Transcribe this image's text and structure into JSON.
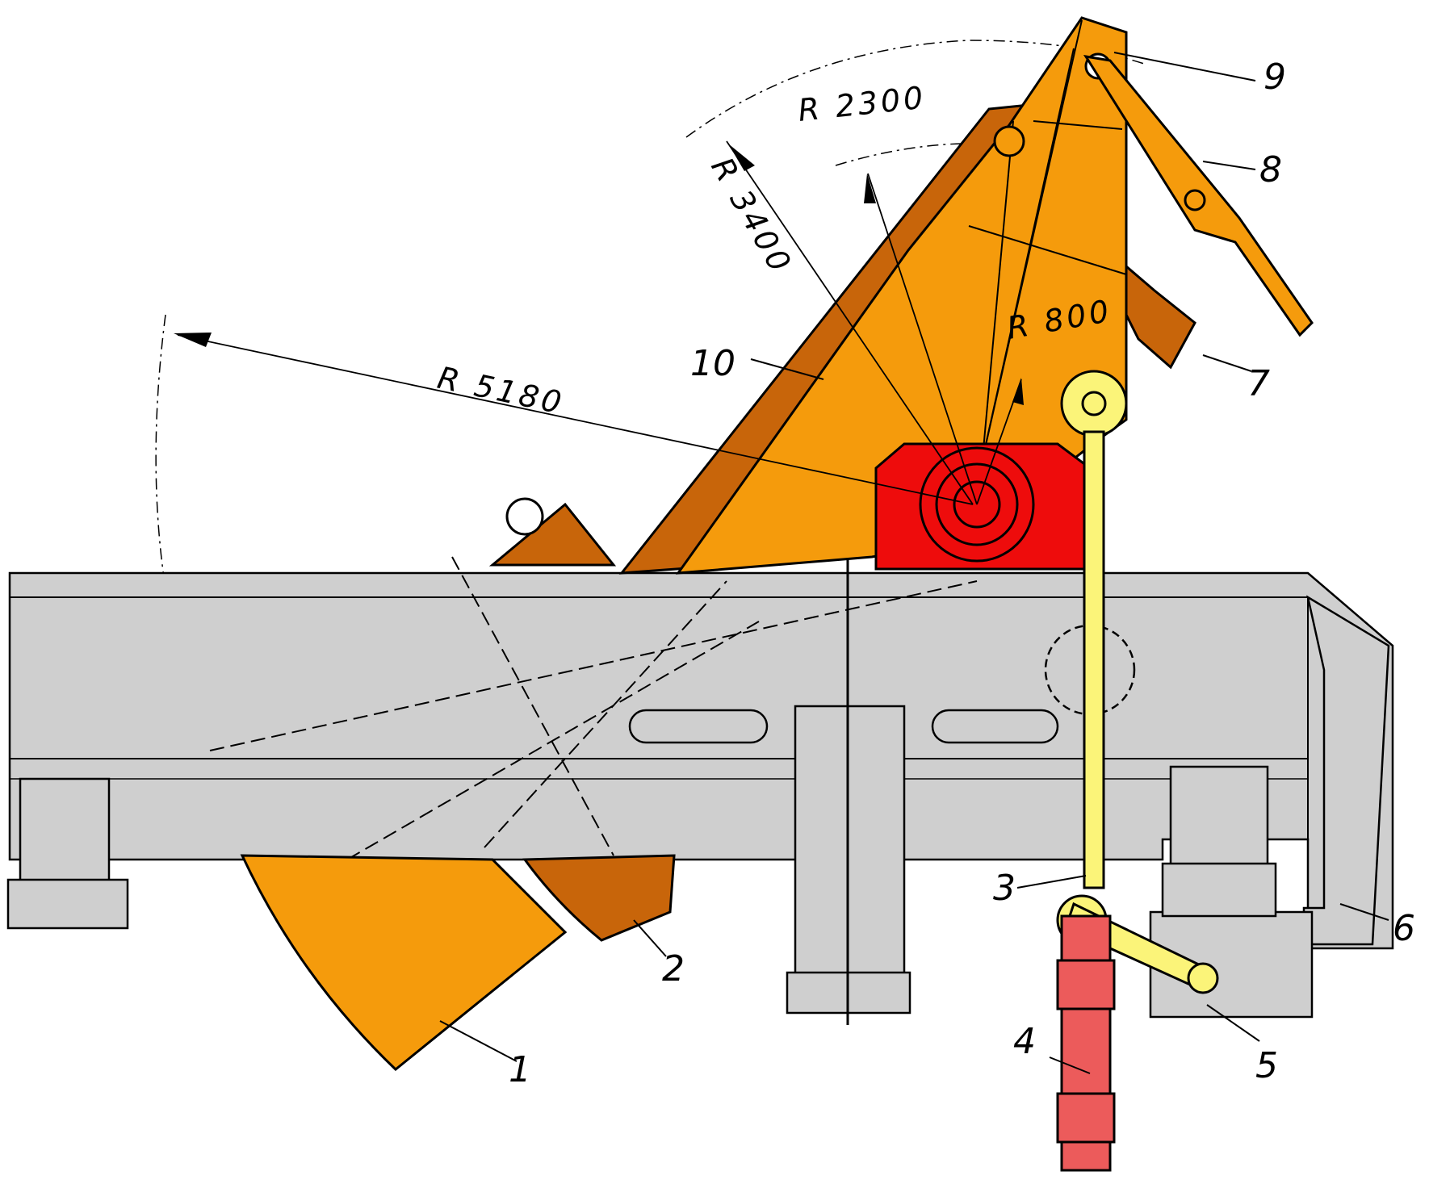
{
  "colors": {
    "frame": "#cfcfcf",
    "orange": "#f59b0c",
    "brown": "#c8650a",
    "red": "#ee0c0c",
    "yellow": "#fbf479",
    "pink": "#ec5b5b",
    "line": "#000000"
  },
  "dimensions": {
    "r5180": "R 5180",
    "r3400": "R 3400",
    "r2300": "R 2300",
    "r800": "R 800"
  },
  "parts": {
    "p1": "1",
    "p2": "2",
    "p3": "3",
    "p4": "4",
    "p5": "5",
    "p6": "6",
    "p7": "7",
    "p8": "8",
    "p9": "9",
    "p10": "10"
  }
}
